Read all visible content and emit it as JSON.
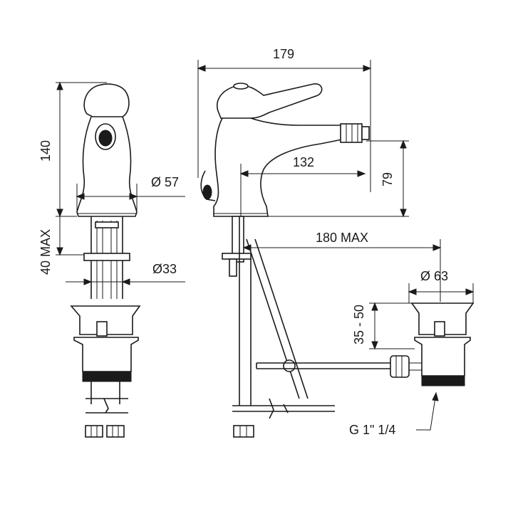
{
  "drawing": {
    "line_color": "#1a1a1a",
    "background": "#ffffff",
    "dimensions": {
      "overall_length": "179",
      "height": "140",
      "spout_reach": "132",
      "spout_height": "79",
      "base_diameter": "Ø 57",
      "shank_diameter": "Ø33",
      "deck_thickness": "40 MAX",
      "waste_distance": "180 MAX",
      "waste_diameter": "Ø 63",
      "waste_range": "35 - 50",
      "thread": "G 1\" 1/4"
    }
  }
}
